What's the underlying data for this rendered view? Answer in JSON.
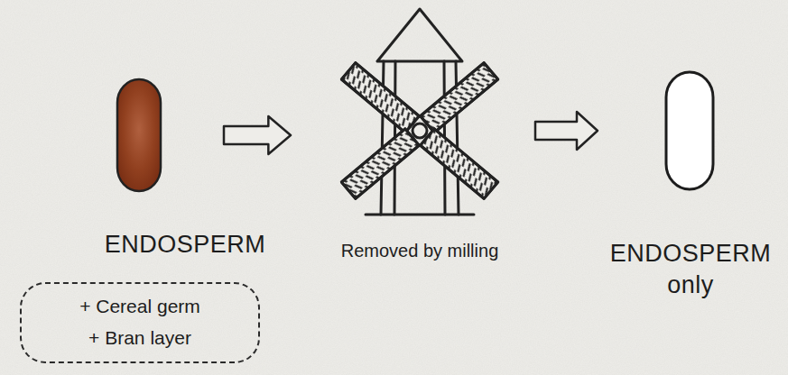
{
  "diagram": {
    "nodes": [
      {
        "text": [
          "ENDOSPERM"
        ]
      },
      {
        "text": [
          "+ Cereal germ",
          "+ Bran layer"
        ]
      },
      {
        "text": [
          "Removed by milling"
        ]
      },
      {
        "text": [
          "ENDOSPERM only"
        ]
      }
    ],
    "edges": [
      {
        "from": 0,
        "to": 2,
        "arrow": "to"
      },
      {
        "from": 2,
        "to": 3,
        "arrow": "to"
      }
    ]
  }
}
